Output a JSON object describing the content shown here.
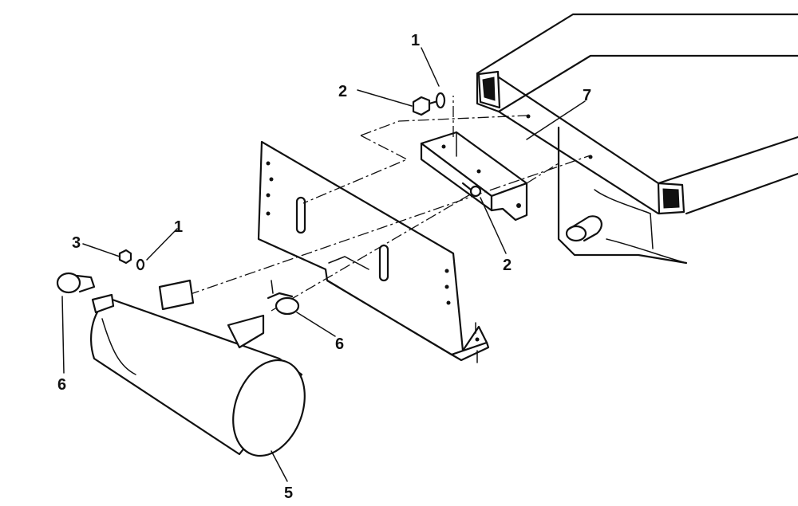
{
  "diagram": {
    "callouts": [
      {
        "id": "c1a",
        "text": "1"
      },
      {
        "id": "c2a",
        "text": "2"
      },
      {
        "id": "c7",
        "text": "7"
      },
      {
        "id": "c1b",
        "text": "1"
      },
      {
        "id": "c3",
        "text": "3"
      },
      {
        "id": "c2b",
        "text": "2"
      },
      {
        "id": "c6a",
        "text": "6"
      },
      {
        "id": "c6b",
        "text": "6"
      },
      {
        "id": "c5",
        "text": "5"
      }
    ]
  },
  "colors": {
    "ink": "#111111",
    "paper": "#ffffff"
  }
}
